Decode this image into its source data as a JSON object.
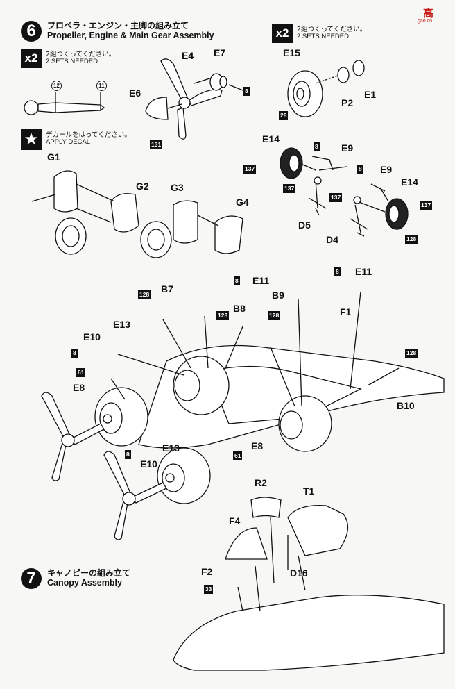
{
  "watermark": {
    "cn": "高",
    "small": "gao.cn"
  },
  "step6": {
    "number": "6",
    "title_jp": "プロペラ・エンジン・主脚の組み立て",
    "title_en": "Propeller, Engine & Main Gear Assembly"
  },
  "badge_x2_top": {
    "text": "x2",
    "jp": "2組つくってください。",
    "en": "2 SETS NEEDED"
  },
  "badge_x2_left": {
    "text": "x2",
    "jp": "2組つくってください。",
    "en": "2 SETS NEEDED"
  },
  "apply_decal": {
    "icon": "star-icon",
    "jp": "デカールをはってください。",
    "en": "APPLY DECAL"
  },
  "step7": {
    "number": "7",
    "title_jp": "キャノピーの組み立て",
    "title_en": "Canopy Assembly"
  },
  "labels": {
    "E4": "E4",
    "E7": "E7",
    "E6": "E6",
    "E15": "E15",
    "P2": "P2",
    "E1": "E1",
    "G1": "G1",
    "G2": "G2",
    "G3": "G3",
    "G4": "G4",
    "E14a": "E14",
    "E9a": "E9",
    "D5": "D5",
    "E9b": "E9",
    "E14b": "E14",
    "D4": "D4",
    "B7": "B7",
    "E11a": "E11",
    "B8": "B8",
    "B9": "B9",
    "E11b": "E11",
    "F1": "F1",
    "E10a": "E10",
    "E13a": "E13",
    "E8a": "E8",
    "B10": "B10",
    "E10b": "E10",
    "E13b": "E13",
    "E8b": "E8",
    "R2": "R2",
    "T1": "T1",
    "F4": "F4",
    "F2": "F2",
    "D16": "D16"
  },
  "color_tags": {
    "c8_e7": "8",
    "c131": "131",
    "c28": "28",
    "c8_e9a": "8",
    "c137_e14a": "137",
    "c137_d5": "137",
    "c8_e9b": "8",
    "c137_d4": "137",
    "c137_e14b": "137",
    "c128_e14b": "128",
    "c8_e11b": "8",
    "c128_b7": "128",
    "c8_e11a": "8",
    "c128_b8": "128",
    "c128_b9": "128",
    "c8_e10a": "8",
    "c61_e8a": "61",
    "c128_b10": "128",
    "c8_e10b": "8",
    "c61_e8b": "61",
    "c33_f2": "33"
  },
  "circled": {
    "c12": "12",
    "c11": "11"
  }
}
